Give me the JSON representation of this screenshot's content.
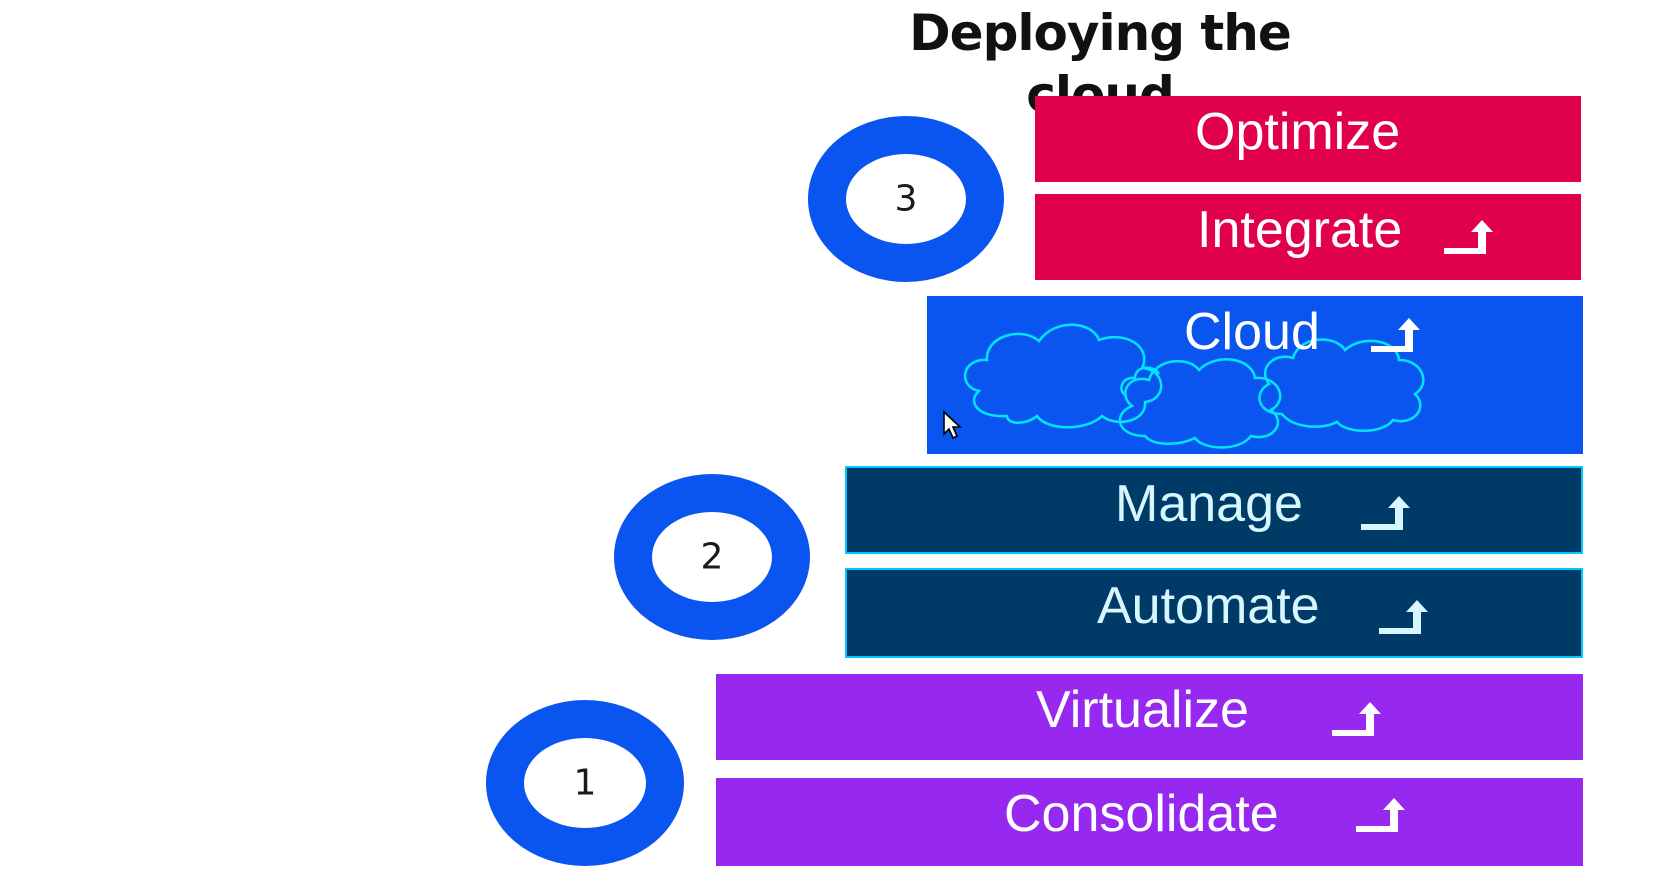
{
  "title": "Deploying the cloud",
  "colors": {
    "optimize_bar": "#e0004d",
    "integrate_bar": "#e0004d",
    "cloud_bar": "#0a55f0",
    "manage_bar": "#003a66",
    "automate_bar": "#003a66",
    "virtualize_bar": "#9628f0",
    "consolidate_bar": "#9628f0",
    "ring": "#0a55f0",
    "manage_text": "#d6f7ff"
  },
  "stages": [
    {
      "number": "3",
      "layers": [
        "Optimize",
        "Integrate"
      ]
    },
    {
      "layers": [
        "Cloud"
      ]
    },
    {
      "number": "2",
      "layers": [
        "Manage",
        "Automate"
      ]
    },
    {
      "number": "1",
      "layers": [
        "Virtualize",
        "Consolidate"
      ]
    }
  ],
  "icons": {
    "arrow": "up-right-bent-arrow-icon",
    "cloud": "cloud-outline-icon",
    "cursor": "mouse-cursor-icon"
  }
}
